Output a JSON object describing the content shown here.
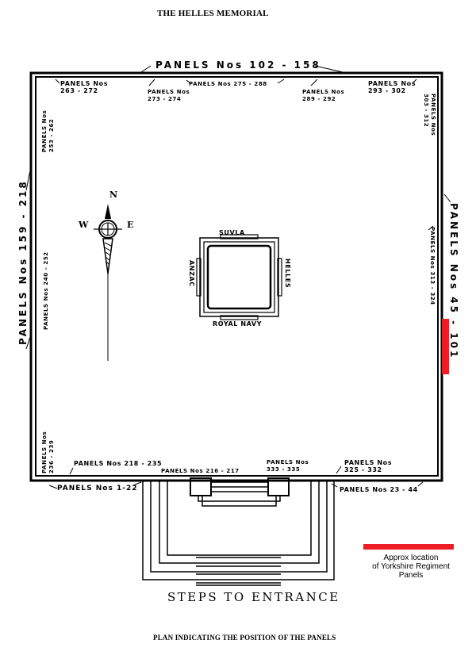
{
  "header": {
    "title": "THE HELLES MEMORIAL"
  },
  "footer": {
    "caption": "PLAN INDICATING THE POSITION OF THE PANELS"
  },
  "plan": {
    "top_outer": "PANELS  Nos  102 - 158",
    "top_inner": [
      {
        "line1": "PANELS  Nos",
        "line2": "263 - 272"
      },
      {
        "line1": "PANELS  Nos",
        "line2": "273 - 274"
      },
      {
        "line1": "PANELS  Nos  275 - 288",
        "line2": ""
      },
      {
        "line1": "PANELS  Nos",
        "line2": "289 - 292"
      },
      {
        "line1": "PANELS  Nos",
        "line2": "293 - 302"
      }
    ],
    "left_outer": "PANELS   Nos   159 - 218",
    "left_inner_top": {
      "line1": "PANELS  Nos",
      "line2": "253 - 262"
    },
    "left_inner_mid": "PANELS  Nos  240 - 252",
    "left_inner_bottom": {
      "line1": "PANELS  Nos",
      "line2": "236 - 239"
    },
    "right_outer": "PANELS   Nos   45 - 101",
    "right_inner_top": {
      "line1": "PANELS  Nos",
      "line2": "303 - 312"
    },
    "right_inner_mid": "PANELS  Nos  313 - 324",
    "bottom_inner": [
      {
        "line1": "PANELS  Nos  218 - 235",
        "line2": ""
      },
      {
        "line1": "PANELS  Nos 216 - 217",
        "line2": ""
      },
      {
        "line1": "PANELS  Nos",
        "line2": "333 - 335"
      },
      {
        "line1": "PANELS  Nos",
        "line2": "325 - 332"
      }
    ],
    "bottom_outer_left": "PANELS  Nos  1-22",
    "bottom_outer_right": "PANELS  Nos  23 - 44",
    "center": {
      "top": "SUVLA",
      "left": "ANZAC",
      "right": "HELLES",
      "bottom": "ROYAL NAVY"
    },
    "compass": {
      "north": "N",
      "west": "W",
      "east": "E"
    },
    "steps_label": "STEPS TO ENTRANCE"
  },
  "legend": {
    "color": "#ee1c25",
    "text_line1": "Approx location",
    "text_line2": "of Yorkshire Regiment",
    "text_line3": "Panels"
  },
  "highlight": {
    "color": "#ee1c25",
    "side": "right",
    "panels": "45 - 101"
  }
}
